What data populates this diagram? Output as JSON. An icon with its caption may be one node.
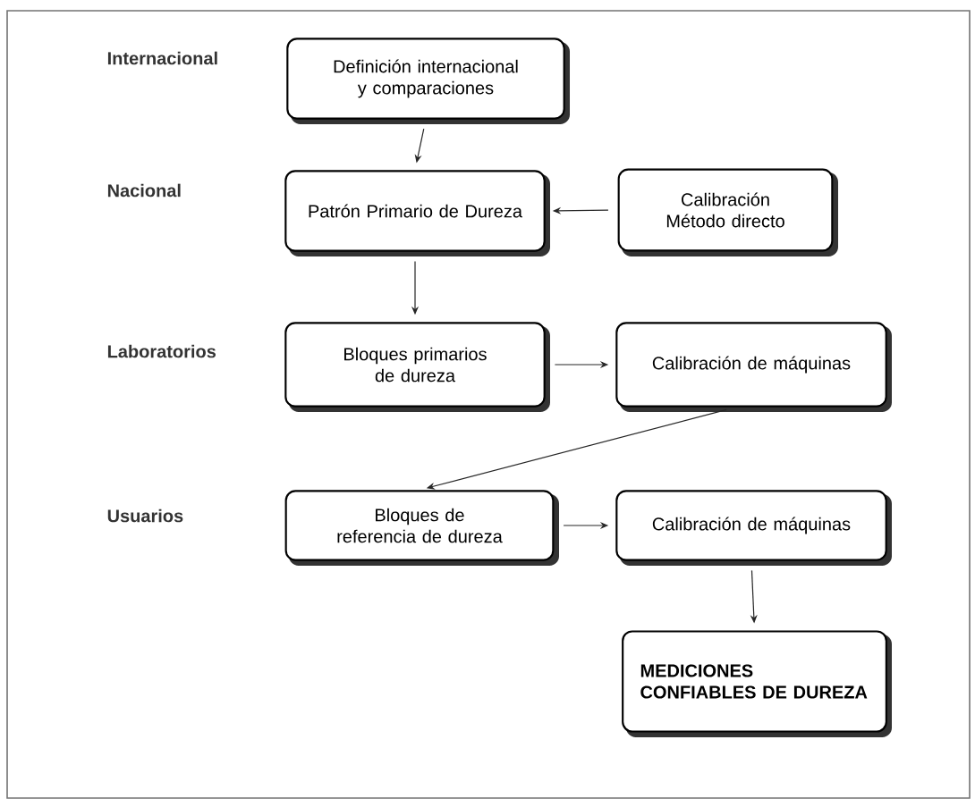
{
  "diagram": {
    "nodes": [
      {
        "text": [
          "Definición internacional y comparaciones"
        ]
      },
      {
        "text": [
          "Patrón Primario de Dureza"
        ]
      },
      {
        "text": [
          "Calibración Método directo"
        ]
      },
      {
        "text": [
          "Bloques primarios de dureza"
        ]
      },
      {
        "text": [
          "Calibración de máquinas"
        ]
      },
      {
        "text": [
          "Bloques de referencia de dureza"
        ]
      },
      {
        "text": [
          "Calibración de máquinas"
        ]
      },
      {
        "text": [
          "MEDICIONES CONFIABLES DE DUREZA"
        ]
      }
    ],
    "edges": [
      {
        "from": 0,
        "to": 1,
        "arrow": "to"
      },
      {
        "from": 2,
        "to": 1,
        "arrow": "to"
      },
      {
        "from": 1,
        "to": 3,
        "arrow": "to"
      },
      {
        "from": 3,
        "to": 4,
        "arrow": "to"
      },
      {
        "from": 4,
        "to": 5,
        "arrow": "to"
      },
      {
        "from": 5,
        "to": 6,
        "arrow": "to"
      },
      {
        "from": 6,
        "to": 7,
        "arrow": "to"
      }
    ],
    "labels": [
      "Internacional",
      "Nacional",
      "Laboratorios",
      "Usuarios"
    ]
  }
}
